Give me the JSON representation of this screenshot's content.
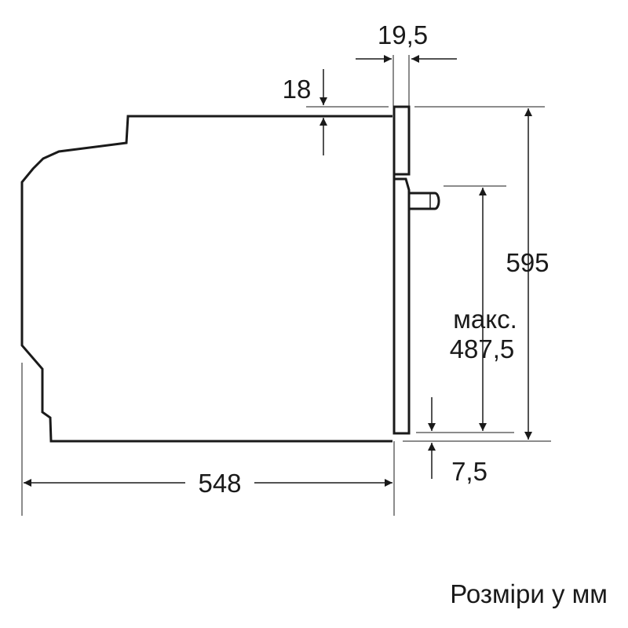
{
  "dimensions": {
    "top_gap": "19,5",
    "top_offset": "18",
    "height": "595",
    "max_label": "макс.",
    "max_value": "487,5",
    "bottom_gap": "7,5",
    "depth": "548"
  },
  "caption": "Розміри у мм",
  "colors": {
    "line": "#1a1a1a",
    "background": "#ffffff"
  }
}
